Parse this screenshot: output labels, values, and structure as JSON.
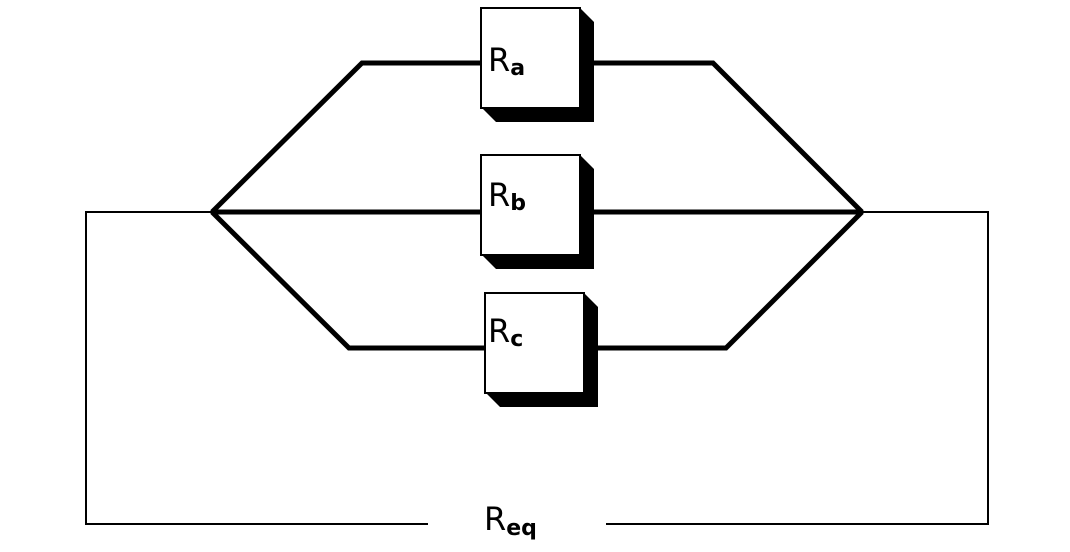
{
  "resistors": [
    {
      "main": "R",
      "sub": "a"
    },
    {
      "main": "R",
      "sub": "b"
    },
    {
      "main": "R",
      "sub": "c"
    }
  ],
  "equivalent": {
    "main": "R",
    "sub": "eq"
  }
}
